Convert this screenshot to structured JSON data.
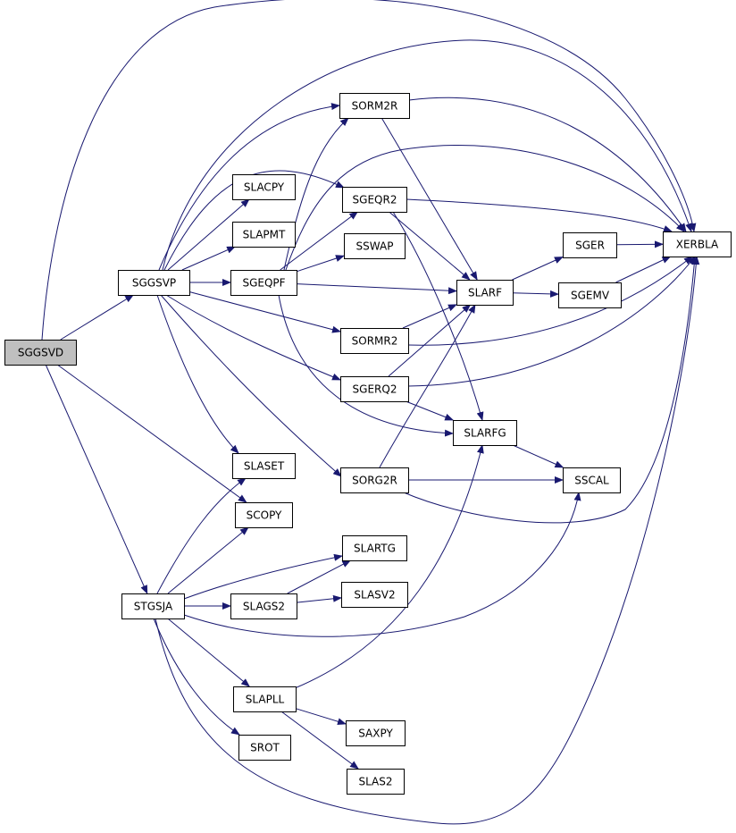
{
  "graph": {
    "root": "SGGSVD",
    "colors": {
      "edge": "#191970",
      "node_border": "#000000",
      "root_fill": "#bfbfbf",
      "node_fill": "#ffffff"
    },
    "nodes": [
      {
        "id": "SGGSVD",
        "label": "SGGSVD"
      },
      {
        "id": "SGGSVP",
        "label": "SGGSVP"
      },
      {
        "id": "STGSJA",
        "label": "STGSJA"
      },
      {
        "id": "SLACPY",
        "label": "SLACPY"
      },
      {
        "id": "SLAPMT",
        "label": "SLAPMT"
      },
      {
        "id": "SGEQPF",
        "label": "SGEQPF"
      },
      {
        "id": "SLASET",
        "label": "SLASET"
      },
      {
        "id": "SCOPY",
        "label": "SCOPY"
      },
      {
        "id": "SLAGS2",
        "label": "SLAGS2"
      },
      {
        "id": "SLAPLL",
        "label": "SLAPLL"
      },
      {
        "id": "SROT",
        "label": "SROT"
      },
      {
        "id": "SORM2R",
        "label": "SORM2R"
      },
      {
        "id": "SGEQR2",
        "label": "SGEQR2"
      },
      {
        "id": "SSWAP",
        "label": "SSWAP"
      },
      {
        "id": "SORMR2",
        "label": "SORMR2"
      },
      {
        "id": "SGERQ2",
        "label": "SGERQ2"
      },
      {
        "id": "SORG2R",
        "label": "SORG2R"
      },
      {
        "id": "SLARTG",
        "label": "SLARTG"
      },
      {
        "id": "SLASV2",
        "label": "SLASV2"
      },
      {
        "id": "SAXPY",
        "label": "SAXPY"
      },
      {
        "id": "SLAS2",
        "label": "SLAS2"
      },
      {
        "id": "SLARF",
        "label": "SLARF"
      },
      {
        "id": "SLARFG",
        "label": "SLARFG"
      },
      {
        "id": "SGER",
        "label": "SGER"
      },
      {
        "id": "SGEMV",
        "label": "SGEMV"
      },
      {
        "id": "SSCAL",
        "label": "SSCAL"
      },
      {
        "id": "XERBLA",
        "label": "XERBLA"
      }
    ],
    "edges": [
      {
        "from": "SGGSVD",
        "to": "SGGSVP"
      },
      {
        "from": "SGGSVD",
        "to": "STGSJA"
      },
      {
        "from": "SGGSVD",
        "to": "SCOPY"
      },
      {
        "from": "SGGSVD",
        "to": "XERBLA"
      },
      {
        "from": "SGGSVP",
        "to": "SLACPY"
      },
      {
        "from": "SGGSVP",
        "to": "SLAPMT"
      },
      {
        "from": "SGGSVP",
        "to": "SGEQPF"
      },
      {
        "from": "SGGSVP",
        "to": "SORM2R"
      },
      {
        "from": "SGGSVP",
        "to": "SGEQR2"
      },
      {
        "from": "SGGSVP",
        "to": "SORMR2"
      },
      {
        "from": "SGGSVP",
        "to": "SGERQ2"
      },
      {
        "from": "SGGSVP",
        "to": "SORG2R"
      },
      {
        "from": "SGGSVP",
        "to": "SLASET"
      },
      {
        "from": "SGGSVP",
        "to": "XERBLA"
      },
      {
        "from": "SGEQPF",
        "to": "SORM2R"
      },
      {
        "from": "SGEQPF",
        "to": "SGEQR2"
      },
      {
        "from": "SGEQPF",
        "to": "SSWAP"
      },
      {
        "from": "SGEQPF",
        "to": "SLARF"
      },
      {
        "from": "SGEQPF",
        "to": "SLARFG"
      },
      {
        "from": "SGEQPF",
        "to": "XERBLA"
      },
      {
        "from": "SORM2R",
        "to": "SLARF"
      },
      {
        "from": "SORM2R",
        "to": "XERBLA"
      },
      {
        "from": "SGEQR2",
        "to": "SLARF"
      },
      {
        "from": "SGEQR2",
        "to": "SLARFG"
      },
      {
        "from": "SGEQR2",
        "to": "XERBLA"
      },
      {
        "from": "SORMR2",
        "to": "SLARF"
      },
      {
        "from": "SORMR2",
        "to": "XERBLA"
      },
      {
        "from": "SGERQ2",
        "to": "SLARF"
      },
      {
        "from": "SGERQ2",
        "to": "SLARFG"
      },
      {
        "from": "SGERQ2",
        "to": "XERBLA"
      },
      {
        "from": "SORG2R",
        "to": "SLARF"
      },
      {
        "from": "SORG2R",
        "to": "SSCAL"
      },
      {
        "from": "SORG2R",
        "to": "XERBLA"
      },
      {
        "from": "SLARF",
        "to": "SGER"
      },
      {
        "from": "SLARF",
        "to": "SGEMV"
      },
      {
        "from": "SGER",
        "to": "XERBLA"
      },
      {
        "from": "SGEMV",
        "to": "XERBLA"
      },
      {
        "from": "SLARFG",
        "to": "SSCAL"
      },
      {
        "from": "STGSJA",
        "to": "SLASET"
      },
      {
        "from": "STGSJA",
        "to": "SCOPY"
      },
      {
        "from": "STGSJA",
        "to": "SLARTG"
      },
      {
        "from": "STGSJA",
        "to": "SLAGS2"
      },
      {
        "from": "STGSJA",
        "to": "SSCAL"
      },
      {
        "from": "STGSJA",
        "to": "SLAPLL"
      },
      {
        "from": "STGSJA",
        "to": "SROT"
      },
      {
        "from": "STGSJA",
        "to": "XERBLA"
      },
      {
        "from": "SLAGS2",
        "to": "SLARTG"
      },
      {
        "from": "SLAGS2",
        "to": "SLASV2"
      },
      {
        "from": "SLAPLL",
        "to": "SLARFG"
      },
      {
        "from": "SLAPLL",
        "to": "SAXPY"
      },
      {
        "from": "SLAPLL",
        "to": "SLAS2"
      }
    ]
  }
}
